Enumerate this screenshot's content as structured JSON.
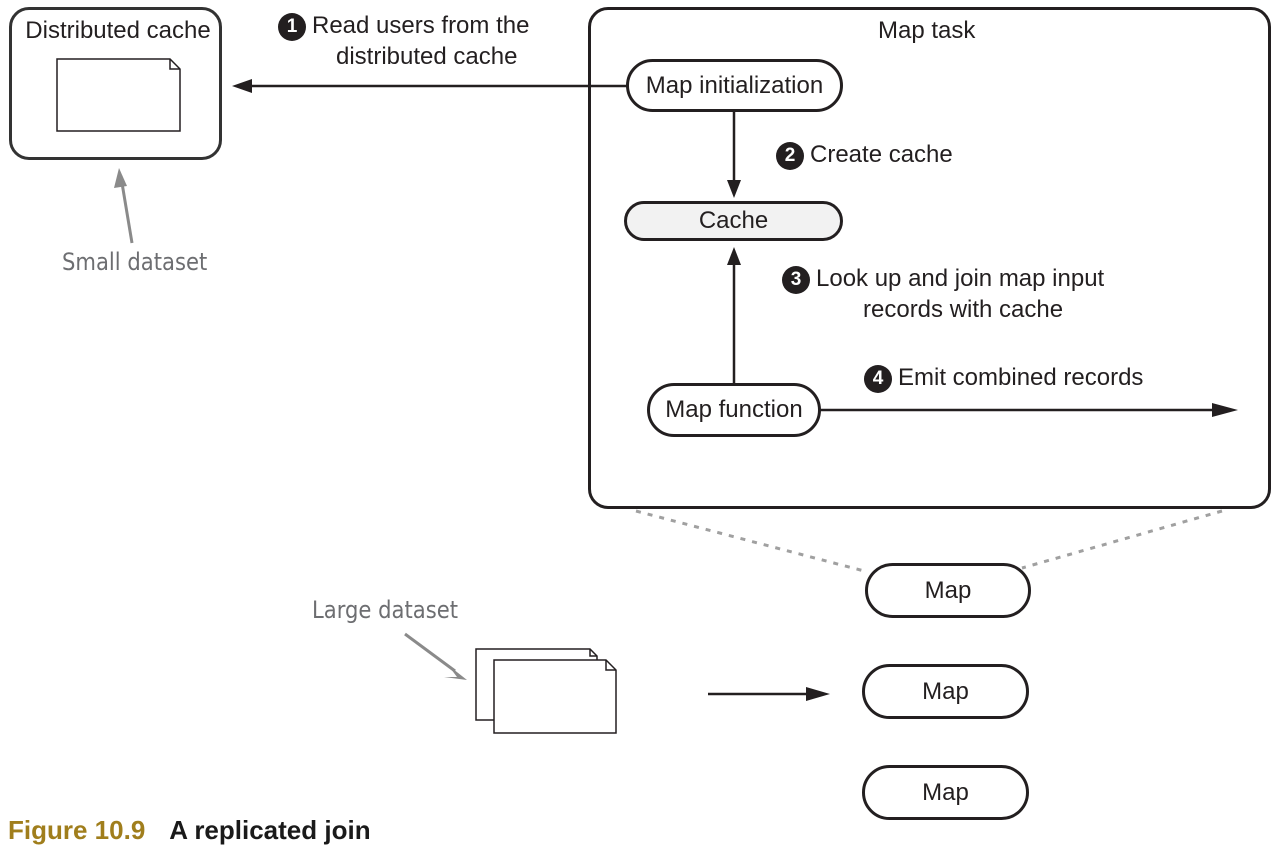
{
  "distributed_cache": {
    "title": "Distributed cache"
  },
  "map_task": {
    "title": "Map task"
  },
  "nodes": {
    "map_initialization": "Map initialization",
    "cache": "Cache",
    "map_function": "Map function",
    "map_1": "Map",
    "map_2": "Map",
    "map_3": "Map"
  },
  "steps": [
    {
      "number": "1",
      "line1": "Read users from the",
      "line2": "distributed cache"
    },
    {
      "number": "2",
      "line1": "Create cache"
    },
    {
      "number": "3",
      "line1": "Look up and join map input",
      "line2": "records with cache"
    },
    {
      "number": "4",
      "line1": "Emit combined records"
    }
  ],
  "annotations": {
    "small_dataset": "Small dataset",
    "large_dataset": "Large dataset"
  },
  "caption": {
    "figure": "Figure 10.9",
    "title": "A replicated join"
  }
}
